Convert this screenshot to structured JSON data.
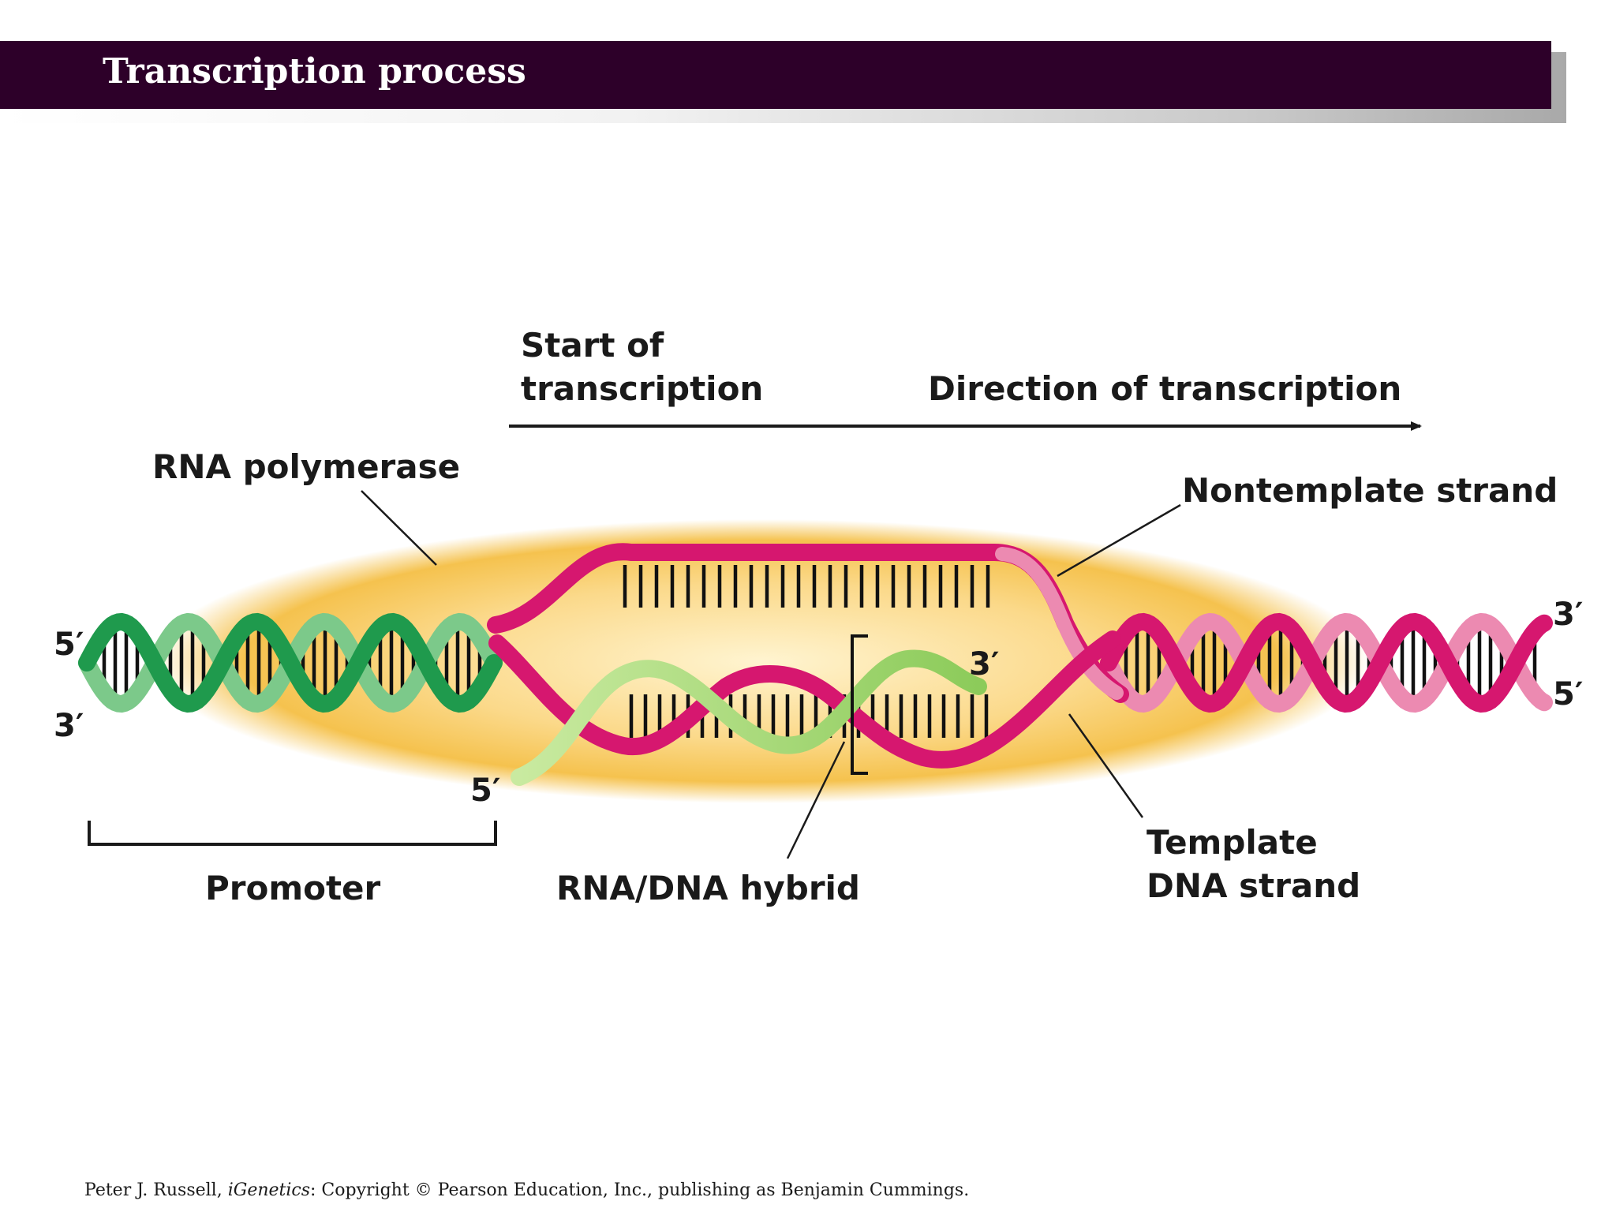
{
  "slide": {
    "title": "Transcription process"
  },
  "labels": {
    "start_line1": "Start of",
    "start_line2": "transcription",
    "direction": "Direction of transcription",
    "rna_polymerase": "RNA polymerase",
    "nontemplate": "Nontemplate strand",
    "promoter": "Promoter",
    "hybrid": "RNA/DNA hybrid",
    "template_line1": "Template",
    "template_line2": "DNA strand",
    "left_top_end": "5′",
    "left_bottom_end": "3′",
    "rna_5_end": "5′",
    "rna_3_end": "3′",
    "right_top_end": "3′",
    "right_bottom_end": "5′"
  },
  "footer": {
    "author": "Peter J. Russell,",
    "book": "iGenetics",
    "copyright": ": Copyright © Pearson Education, Inc., publishing as Benjamin Cummings."
  },
  "colors": {
    "title_bar": "#2d0029",
    "polymerase": "#f5c24e",
    "dna_left_dark": "#1f9a4d",
    "dna_left_light": "#7cc98a",
    "dna_right_dark": "#d6176f",
    "dna_right_light": "#ec8ab1",
    "rna": "#a6d66c"
  }
}
